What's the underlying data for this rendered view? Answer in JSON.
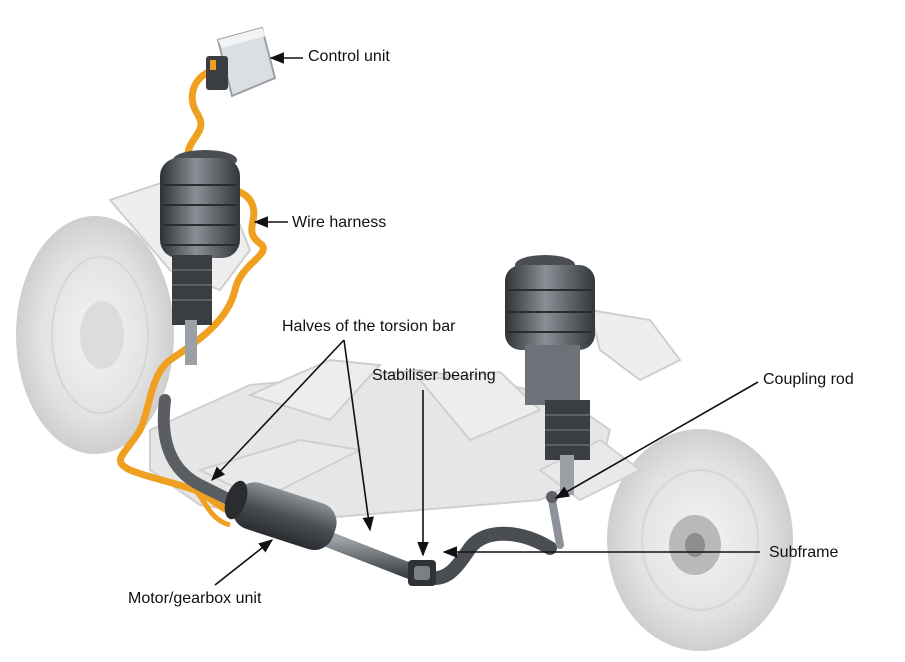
{
  "labels": {
    "control_unit": "Control unit",
    "wire_harness": "Wire harness",
    "torsion_bar_halves": "Halves of the torsion bar",
    "stabiliser_bearing": "Stabiliser bearing",
    "coupling_rod": "Coupling rod",
    "subframe": "Subframe",
    "motor_gearbox": "Motor/gearbox unit"
  },
  "colors": {
    "harness": "#f0a020",
    "ghost_part": "#e6e6e6",
    "ghost_edge": "#cfcfcf",
    "strut_dark": "#3c3f44",
    "strut_mid": "#6d7278",
    "metal_light": "#b8bdc2",
    "arrow": "#111111"
  }
}
